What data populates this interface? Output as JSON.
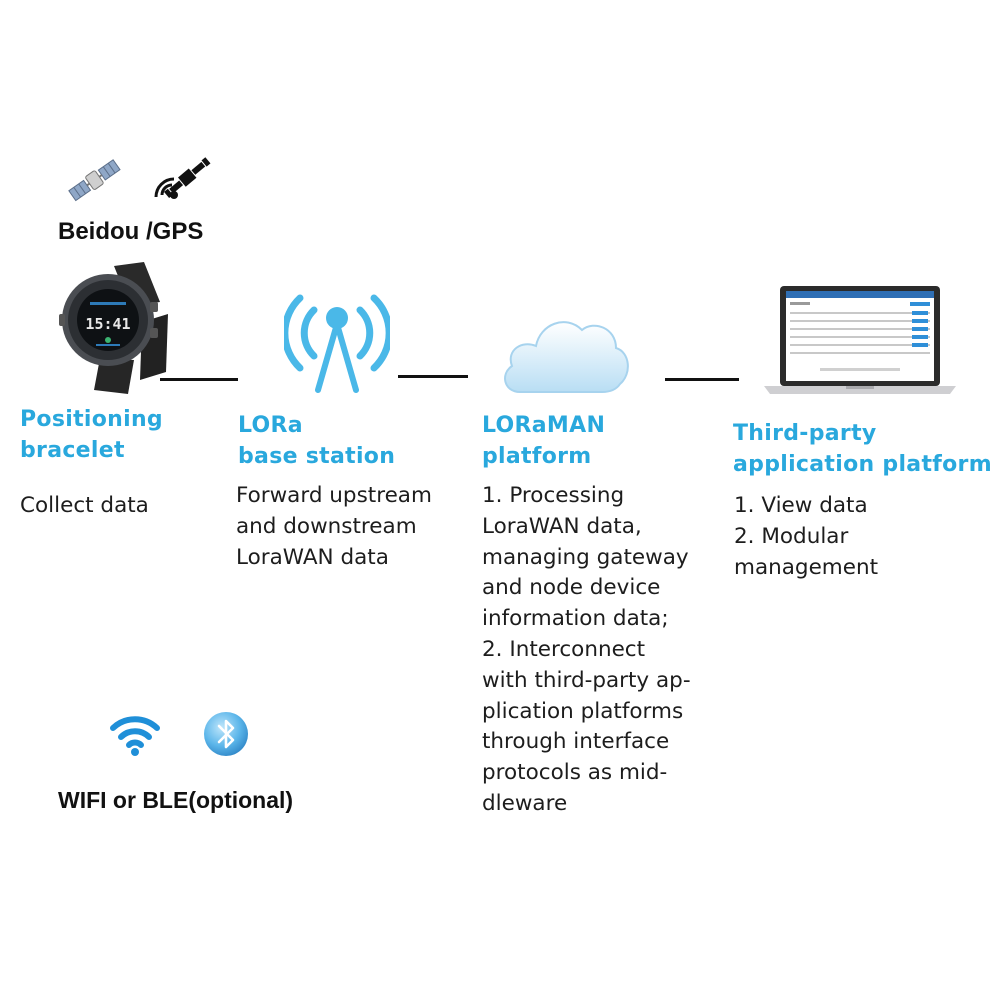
{
  "top": {
    "satellite_label": "Beidou /GPS"
  },
  "bottom": {
    "wireless_label": "WIFI or BLE(optional)"
  },
  "nodes": [
    {
      "title_lines": [
        "Positioning",
        "bracelet"
      ],
      "desc_lines": [
        "Collect data"
      ]
    },
    {
      "title_lines": [
        "LORa",
        "base station"
      ],
      "desc_lines": [
        "Forward upstream",
        "and downstream",
        "LoraWAN data"
      ]
    },
    {
      "title_lines": [
        "LORaMAN",
        "platform"
      ],
      "desc_lines": [
        "1. Processing",
        "LoraWAN data,",
        "managing gateway",
        "and node device",
        "information data;",
        "2. Interconnect",
        "with third-party ap-",
        "plication platforms",
        "through interface",
        "protocols as mid-",
        "dleware"
      ]
    },
    {
      "title_lines": [
        "Third-party",
        "application platform"
      ],
      "desc_lines": [
        "1. View data",
        "2. Modular",
        "management"
      ]
    }
  ],
  "watch": {
    "time": "15:41"
  },
  "colors": {
    "accent": "#29a8dd",
    "text": "#1d1d1d",
    "connector": "#111111",
    "cloud": "#cfe9f8"
  },
  "icons": [
    "satellite-icon",
    "satellite-signal-icon",
    "smartwatch-icon",
    "antenna-tower-icon",
    "cloud-icon",
    "laptop-icon",
    "wifi-icon",
    "bluetooth-icon"
  ]
}
